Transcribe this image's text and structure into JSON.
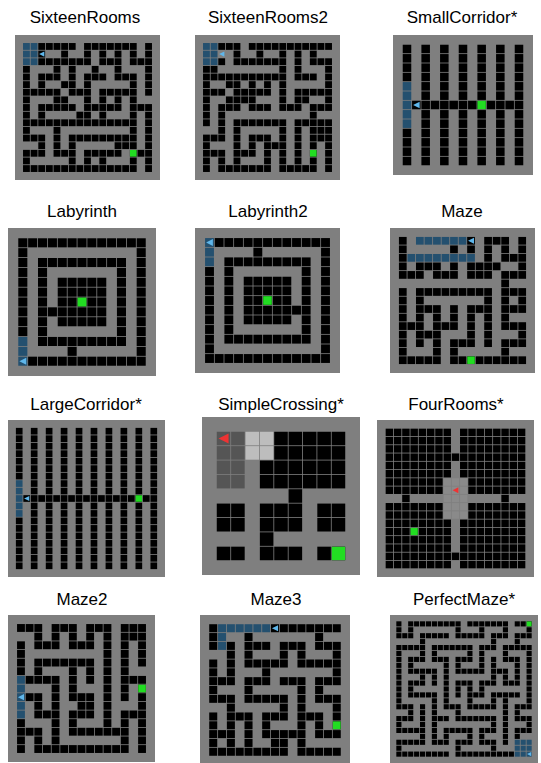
{
  "diagram": {
    "labels": [
      "SixteenRooms",
      "SixteenRooms2",
      "SmallCorridor*",
      "Labyrinth",
      "Labyrinth2",
      "Maze",
      "LargeCorridor*",
      "SimpleCrossing*",
      "FourRooms*",
      "Maze2",
      "Maze3",
      "PerfectMaze*"
    ]
  }
}
